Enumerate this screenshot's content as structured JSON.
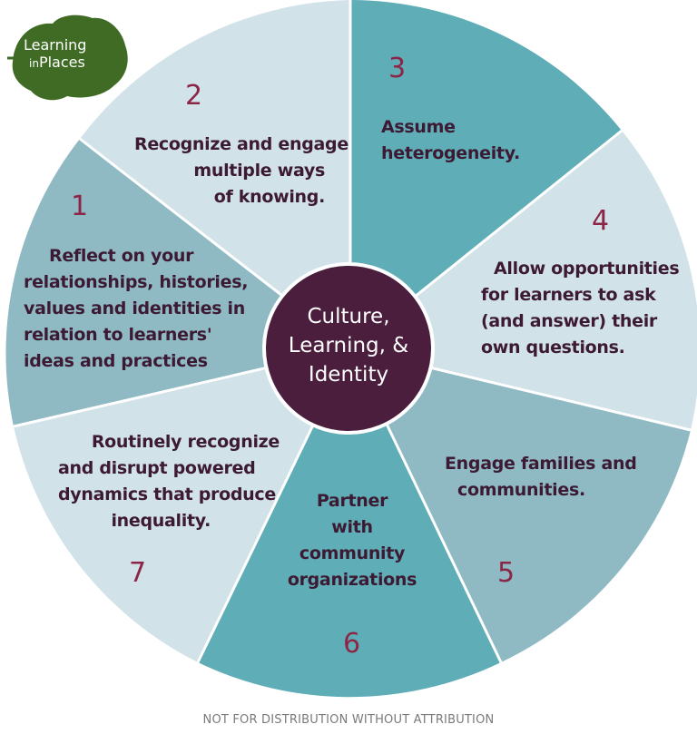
{
  "logo": {
    "line1": "Learning",
    "line2_small": "in",
    "line2_big": "Places"
  },
  "center": {
    "lines": [
      "Culture,",
      "Learning, &",
      "Identity"
    ]
  },
  "segments": [
    {
      "number": "1",
      "lines": [
        "Reflect on your",
        "relationships, histories,",
        "values and identities in",
        "relation to learners'",
        "ideas and practices"
      ]
    },
    {
      "number": "2",
      "lines": [
        "Recognize and engage",
        "multiple ways",
        "of knowing."
      ]
    },
    {
      "number": "3",
      "lines": [
        "Assume",
        "heterogeneity."
      ]
    },
    {
      "number": "4",
      "lines": [
        "Allow opportunities",
        "for learners to ask",
        "(and answer) their",
        "own questions."
      ]
    },
    {
      "number": "5",
      "lines": [
        "Engage families and",
        "communities."
      ]
    },
    {
      "number": "6",
      "lines": [
        "Partner",
        "with",
        "community",
        "organizations"
      ]
    },
    {
      "number": "7",
      "lines": [
        "Routinely recognize",
        "and disrupt powered",
        "dynamics that produce",
        "inequality."
      ]
    }
  ],
  "colors": {
    "light": "#d2e2e9",
    "mid": "#8fbac4",
    "teal": "#5fadb6",
    "center": "#4a1e3c",
    "number": "#8b2646",
    "text": "#3d1a33",
    "logo_leaf": "#3f6b25"
  },
  "footer": "NOT FOR DISTRIBUTION WITHOUT ATTRIBUTION"
}
